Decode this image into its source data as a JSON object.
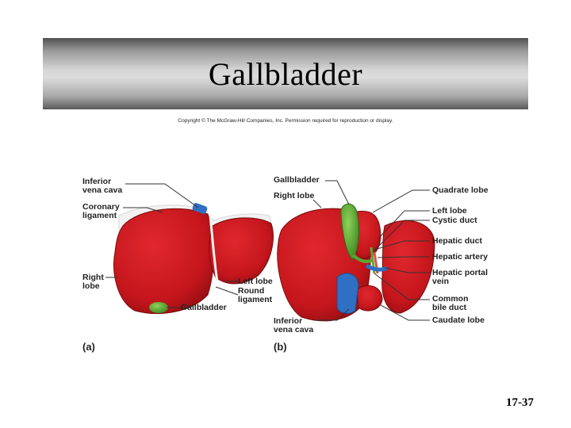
{
  "slide": {
    "title": "Gallbladder",
    "copyright": "Copyright © The McGraw-Hill Companies, Inc. Permission required for reproduction or display.",
    "slide_number": "17-37"
  },
  "figure_a": {
    "panel_label": "(a)",
    "labels": {
      "inferior_vena_cava": "Inferior\nvena cava",
      "coronary_ligament": "Coronary\nligament",
      "right_lobe": "Right\nlobe",
      "gallbladder": "Gallbladder",
      "left_lobe": "Left lobe",
      "round_ligament": "Round\nligament"
    }
  },
  "figure_b": {
    "panel_label": "(b)",
    "labels": {
      "gallbladder": "Gallbladder",
      "right_lobe": "Right lobe",
      "inferior_vena_cava": "Inferior\nvena cava",
      "quadrate_lobe": "Quadrate lobe",
      "left_lobe": "Left lobe",
      "cystic_duct": "Cystic duct",
      "hepatic_duct": "Hepatic duct",
      "hepatic_artery": "Hepatic artery",
      "hepatic_portal_vein": "Hepatic portal\nvein",
      "common_bile_duct": "Common\nbile duct",
      "caudate_lobe": "Caudate lobe"
    }
  },
  "colors": {
    "liver": "#c4161c",
    "liver_dark": "#8e0d10",
    "gallbladder": "#5aa832",
    "vein_blue": "#2f6fc4",
    "ligament": "#f2f2f2"
  }
}
